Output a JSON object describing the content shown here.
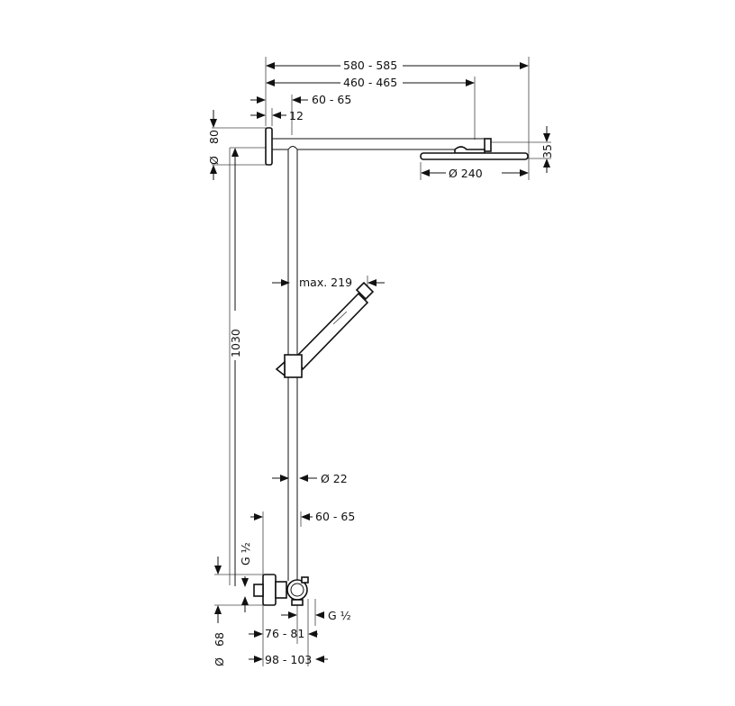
{
  "drawing": {
    "subject": "Shower column technical dimension drawing",
    "units": "mm",
    "dimensions": {
      "overall_arm_length": "580 - 585",
      "arm_to_head_center": "460 - 465",
      "wall_to_rail_top": "60 - 65",
      "wall_plate_thickness": "12",
      "wall_plate_diameter_label_d": "Ø",
      "wall_plate_diameter": "80",
      "head_height": "35",
      "head_diameter": "Ø 240",
      "handshower_projection": "max. 219",
      "column_height": "1030",
      "rail_diameter": "Ø 22",
      "wall_to_rail_bottom": "60 - 65",
      "inlet_thread_left": "G ½",
      "inlet_thread_right": "G ½",
      "mixer_center_distance": "76 - 81",
      "mixer_overall_depth": "98 - 103",
      "escutcheon_diameter_label_d": "Ø",
      "escutcheon_diameter": "68"
    }
  }
}
